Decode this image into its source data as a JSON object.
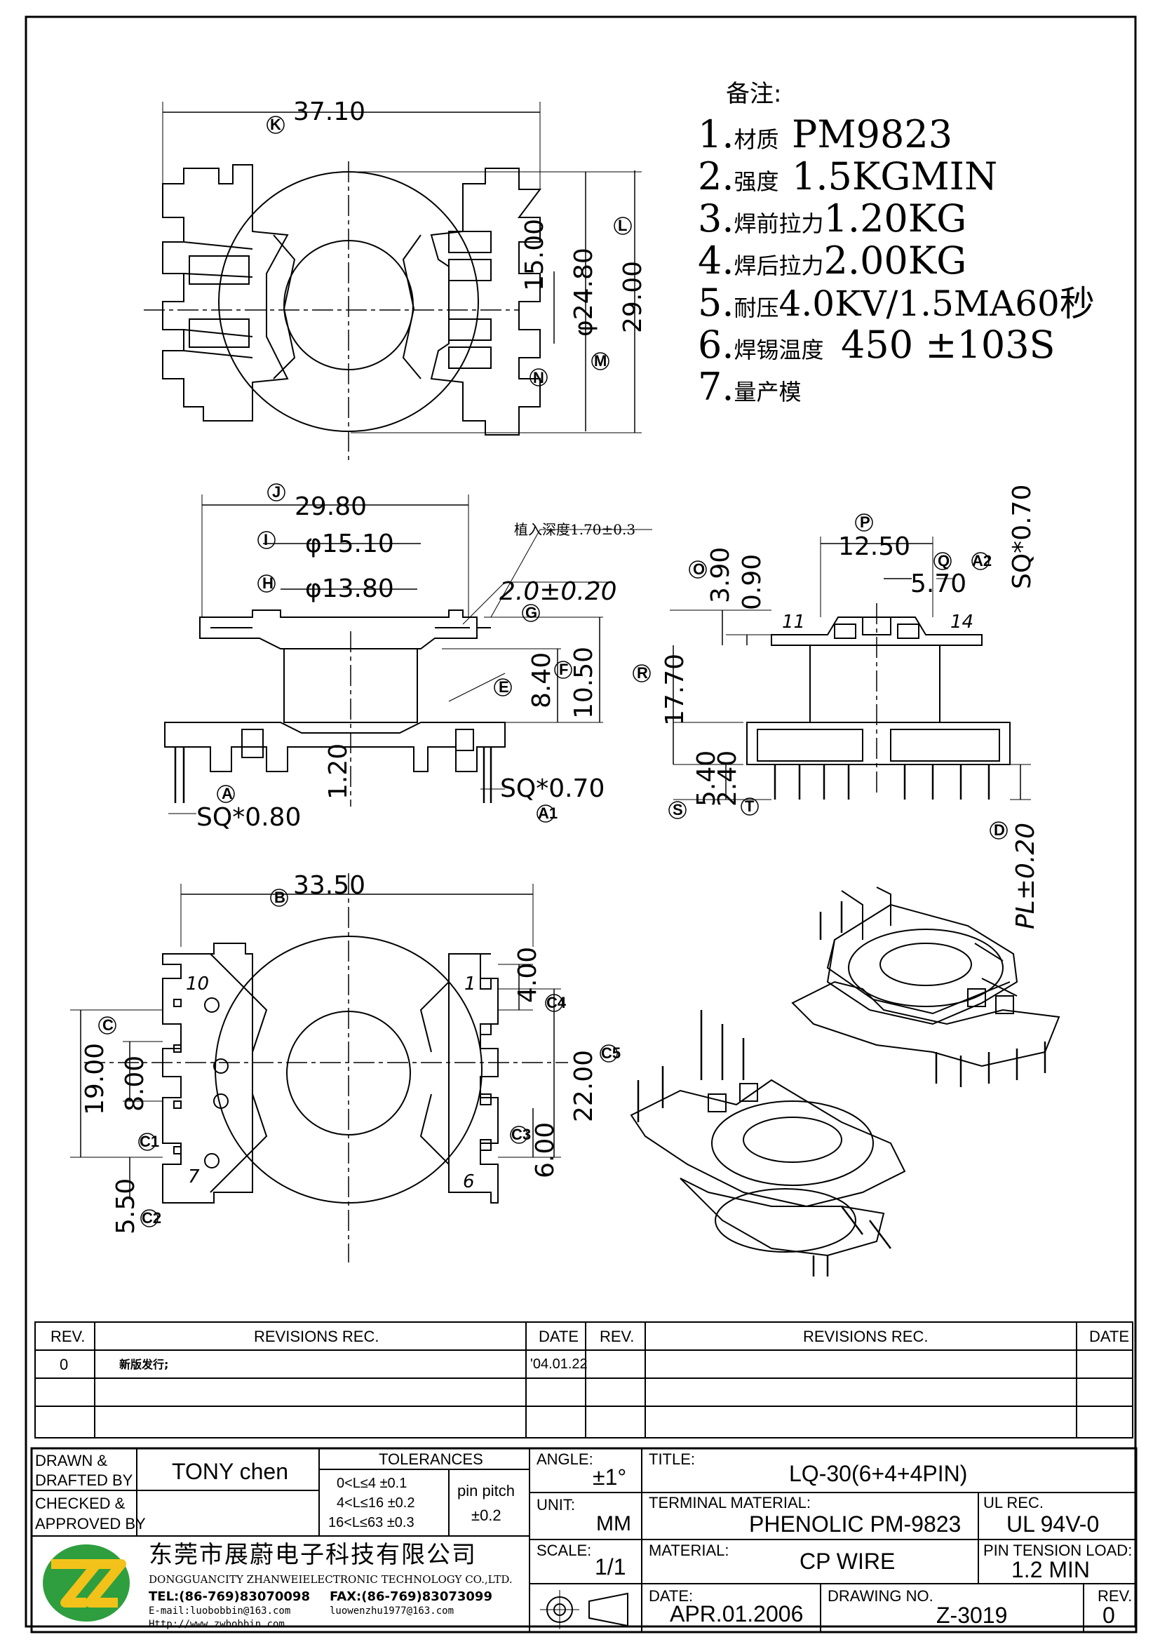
{
  "notes": {
    "header": "备注:",
    "items": [
      {
        "num": "1.",
        "label": "材质",
        "value": "PM9823"
      },
      {
        "num": "2.",
        "label": "强度",
        "value": "1.5KGMIN"
      },
      {
        "num": "3.",
        "label": "焊前拉力",
        "value": "1.20KG"
      },
      {
        "num": "4.",
        "label": "焊后拉力",
        "value": "2.00KG"
      },
      {
        "num": "5.",
        "label": "耐压",
        "value": "4.0KV/1.5MA60秒"
      },
      {
        "num": "6.",
        "label": "焊锡温度",
        "value": "450 ±103S"
      },
      {
        "num": "7.",
        "label": "量产模",
        "value": ""
      }
    ]
  },
  "dims_top": {
    "width": "37.10",
    "width_tag": "K",
    "d1": "15.00",
    "d1_tag": "N",
    "d2": "φ24.80",
    "d2_tag": "M",
    "d3": "29.00",
    "d3_tag": "L"
  },
  "dims_side": {
    "w1": "29.80",
    "w1_tag": "J",
    "w2": "φ15.10",
    "w2_tag": "I",
    "w3": "φ13.80",
    "w3_tag": "H",
    "insert_depth": "植入深度1.70±0.3",
    "flange": "2.0±0.20",
    "flange_tag": "G",
    "h1": "8.40",
    "h1_tag": "E",
    "h2": "10.50",
    "h2_tag": "F",
    "h3": "1.20",
    "pin_a": "SQ*0.80",
    "pin_a_tag": "A",
    "pin_a1": "SQ*0.70",
    "pin_a1_tag": "A1"
  },
  "dims_end": {
    "w1": "12.50",
    "w1_tag": "P",
    "w2": "5.70",
    "w2_tag": "Q",
    "sq": "SQ*0.70",
    "sq_tag": "A2",
    "h1": "3.90",
    "h1_tag": "O",
    "h2": "0.90",
    "pin11": "11",
    "pin14": "14",
    "h3": "17.70",
    "h3_tag": "R",
    "h4": "5.40",
    "h4_tag": "S",
    "h5": "2.40",
    "h5_tag": "T",
    "pl": "PL±0.20",
    "pl_tag": "D"
  },
  "dims_bottom": {
    "width": "33.50",
    "width_tag": "B",
    "p19": "19.00",
    "p19_tag": "C",
    "p8": "8.00",
    "p8_tag": "C1",
    "p55": "5.50",
    "p55_tag": "C2",
    "p4": "4.00",
    "p4_tag": "C4",
    "p22": "22.00",
    "p22_tag": "C5",
    "p6": "6.00",
    "p6_tag": "C3",
    "pin10": "10",
    "pin1": "1",
    "pin7": "7",
    "pin6": "6"
  },
  "revisions": {
    "headers": {
      "rev": "REV.",
      "rec": "REVISIONS   REC.",
      "date": "DATE"
    },
    "rows": [
      {
        "rev": "0",
        "rec": "新版发行;",
        "date": "'04.01.22"
      }
    ]
  },
  "titleblock": {
    "drawn_label": "DRAWN &",
    "drafted_label": "DRAFTED BY",
    "drawn_value": "TONY chen",
    "checked_label": "CHECKED &",
    "approved_label": "APPROVED BY",
    "tolerances_label": "TOLERANCES",
    "tol1": "0<L≤4   ±0.1",
    "tol2": "4<L≤16  ±0.2",
    "tol3": "16<L≤63  ±0.3",
    "pitch_label": "pin pitch",
    "pitch_value": "±0.2",
    "angle_label": "ANGLE:",
    "angle_value": "±1°",
    "unit_label": "UNIT:",
    "unit_value": "MM",
    "scale_label": "SCALE:",
    "scale_value": "1/1",
    "title_label": "TITLE:",
    "title_value": "LQ-30(6+4+4PIN)",
    "terminal_label": "TERMINAL MATERIAL:",
    "terminal_value": "PHENOLIC PM-9823",
    "ul_label": "UL REC.",
    "ul_value": "UL 94V-0",
    "material_label": "MATERIAL:",
    "material_value": "CP WIRE",
    "tension_label": "PIN TENSION LOAD:",
    "tension_value": "1.2 MIN",
    "date_label": "DATE:",
    "date_value": "APR.01.2006",
    "drawing_label": "DRAWING NO.",
    "drawing_value": "Z-3019",
    "rev_label": "REV.",
    "rev_value": "0",
    "company_cn": "东莞市展蔚电子科技有限公司",
    "company_en": "DONGGUANCITY ZHANWEIELECTRONIC TECHNOLOGY CO.,LTD.",
    "tel": "TEL:(86-769)83070098",
    "fax": "FAX:(86-769)83073099",
    "email1": "E-mail:luobobbin@163.com",
    "email2": "luowenzhu1977@163.com",
    "web": "Http://www.zwbobbin.com",
    "logo_colors": [
      "#2e9e3e",
      "#f2c21a"
    ]
  }
}
